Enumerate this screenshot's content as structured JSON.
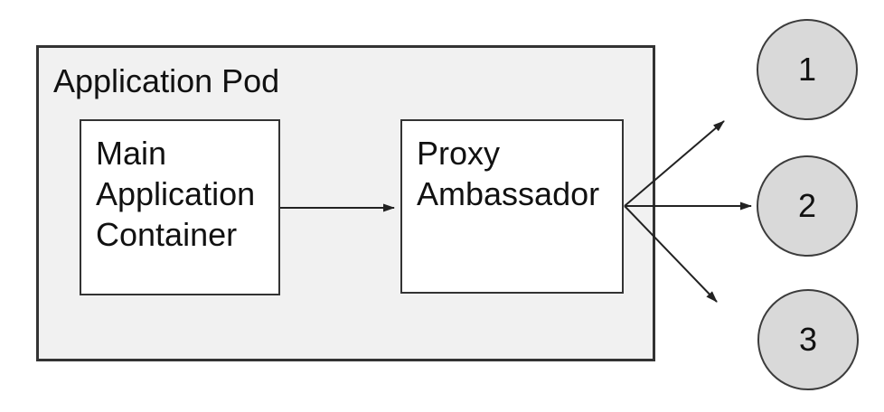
{
  "diagram": {
    "pod": {
      "label": "Application Pod"
    },
    "nodes": [
      {
        "id": "main-application-container",
        "label": "Main Application Container",
        "shape": "rectangle"
      },
      {
        "id": "proxy-ambassador",
        "label": "Proxy Ambassador",
        "shape": "rectangle"
      },
      {
        "id": "endpoint-1",
        "label": "1",
        "shape": "circle"
      },
      {
        "id": "endpoint-2",
        "label": "2",
        "shape": "circle"
      },
      {
        "id": "endpoint-3",
        "label": "3",
        "shape": "circle"
      }
    ],
    "edges": [
      {
        "from": "main-application-container",
        "to": "proxy-ambassador"
      },
      {
        "from": "proxy-ambassador",
        "to": "endpoint-1"
      },
      {
        "from": "proxy-ambassador",
        "to": "endpoint-2"
      },
      {
        "from": "proxy-ambassador",
        "to": "endpoint-3"
      }
    ],
    "colors": {
      "background": "#ffffff",
      "pod_fill": "#f1f1f1",
      "node_fill": "#ffffff",
      "endpoint_fill": "#d9d9d9",
      "border": "#333333",
      "arrow": "#222222",
      "text": "#111111"
    }
  }
}
